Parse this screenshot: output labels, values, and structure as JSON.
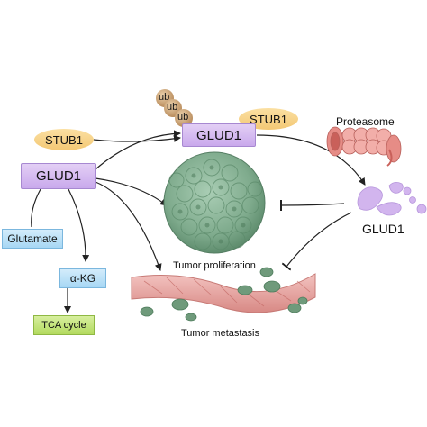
{
  "labels": {
    "glud1_left": "GLUD1",
    "glud1_top": "GLUD1",
    "glud1_right": "GLUD1",
    "stub1_left": "STUB1",
    "stub1_top": "STUB1",
    "ub": [
      "ub",
      "ub",
      "ub"
    ],
    "proteasome": "Proteasome",
    "glutamate": "Glutamate",
    "akg": "α-KG",
    "tca": "TCA cycle",
    "tumor_proliferation": "Tumor proliferation",
    "tumor_metastasis": "Tumor metastasis"
  },
  "colors": {
    "glud1_box": "#d6bcf1",
    "stub1": "#f6cf82",
    "ub": "#d9b68a",
    "blue_box": "#b9def6",
    "green_box": "#c3e276",
    "tumor": "#8cb59a",
    "vessel": "#e7a7a4",
    "proteasome": "#f1a39e",
    "glud1_fragments": "#d2b5ee"
  }
}
